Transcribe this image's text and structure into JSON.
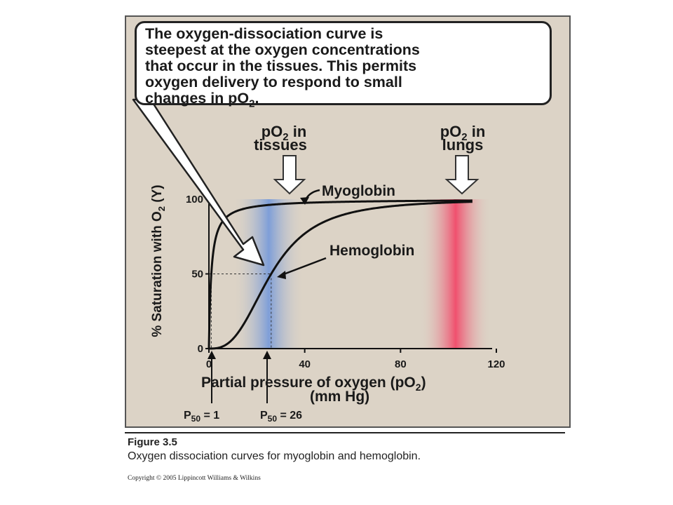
{
  "callout": {
    "line1": "The oxygen-dissociation curve is",
    "line2": "steepest at the oxygen concentrations",
    "line3": "that occur in the tissues. This permits",
    "line4": "oxygen delivery to respond to small",
    "line5_pre": "changes in pO",
    "line5_sub": "2",
    "line5_post": "."
  },
  "arrow_labels": {
    "tissues": {
      "pre": "pO",
      "sub": "2",
      "post": " in",
      "line2": "tissues"
    },
    "lungs": {
      "pre": "pO",
      "sub": "2",
      "post": " in",
      "line2": "lungs"
    }
  },
  "p50": {
    "myoglobin": {
      "label": "P",
      "sub": "50",
      "value": " = 1"
    },
    "hemoglobin": {
      "label": "P",
      "sub": "50",
      "value": " = 26"
    }
  },
  "caption": {
    "figure_label": "Figure 3.5",
    "text": "Oxygen dissociation curves for myoglobin and hemoglobin.",
    "copyright": "Copyright © 2005 Lippincott Williams & Wilkins"
  },
  "colors": {
    "tissue_band": "#7e9ed8",
    "lung_band": "#f0506e",
    "curve": "#111111",
    "panel": "#dcd3c6"
  },
  "chart_data": {
    "type": "line",
    "title": "",
    "xlabel_pre": "Partial pressure of oxygen (pO",
    "xlabel_sub": "2",
    "xlabel_post": ")",
    "xlabel_line2": "(mm Hg)",
    "ylabel_pre": "% Saturation with O",
    "ylabel_sub": "2",
    "ylabel_post": " (Y)",
    "xlim": [
      0,
      120
    ],
    "ylim": [
      0,
      100
    ],
    "x_ticks": [
      0,
      40,
      80,
      120
    ],
    "y_ticks": [
      0,
      50,
      100
    ],
    "x_tick_labels": [
      "0",
      "40",
      "80",
      "120"
    ],
    "y_tick_labels": [
      "0",
      "50",
      "100"
    ],
    "bands": [
      {
        "name": "tissues",
        "x_range": [
          10,
          40
        ]
      },
      {
        "name": "lungs",
        "x_range": [
          88,
          118
        ]
      }
    ],
    "series": [
      {
        "name": "Myoglobin",
        "p50": 1,
        "hill": 1,
        "x": [
          0,
          0.5,
          1,
          2,
          3,
          5,
          10,
          20,
          40,
          60,
          80,
          100,
          110
        ],
        "y": [
          0,
          33,
          50,
          67,
          75,
          83,
          91,
          95,
          98,
          98,
          99,
          99,
          99
        ]
      },
      {
        "name": "Hemoglobin",
        "p50": 26,
        "hill": 2.8,
        "x": [
          0,
          5,
          10,
          15,
          20,
          26,
          30,
          40,
          50,
          60,
          80,
          100,
          110
        ],
        "y": [
          0,
          1,
          7,
          18,
          32,
          50,
          60,
          77,
          86,
          92,
          96,
          98,
          99
        ]
      }
    ],
    "grid": false,
    "legend": "inline labels"
  }
}
